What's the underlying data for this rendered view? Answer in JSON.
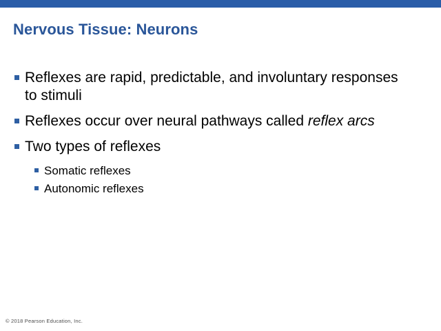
{
  "theme": {
    "accent_bar_color": "#2a5da8",
    "title_color": "#2a5699",
    "bullet_marker_color": "#2e5fa3",
    "body_text_color": "#000000",
    "background_color": "#ffffff",
    "footer_text_color": "#4d4d4d"
  },
  "slide": {
    "title": "Nervous Tissue: Neurons",
    "bullets": [
      {
        "level": 1,
        "marker": "square-bullet-icon",
        "text_plain": "Reflexes are rapid, predictable, and involuntary responses to stimuli",
        "text_lead": "Reflexes are rapid, predictable, and involuntary responses to stimuli",
        "text_italic": "",
        "text_tail": ""
      },
      {
        "level": 1,
        "marker": "square-bullet-icon",
        "text_plain": "Reflexes occur over neural pathways called reflex arcs",
        "text_lead": "Reflexes occur over neural pathways called ",
        "text_italic": "reflex arcs",
        "text_tail": ""
      },
      {
        "level": 1,
        "marker": "square-bullet-icon",
        "text_plain": "Two types of reflexes",
        "text_lead": "Two types of reflexes",
        "text_italic": "",
        "text_tail": ""
      },
      {
        "level": 2,
        "marker": "square-bullet-icon",
        "text_plain": "Somatic reflexes",
        "text_lead": "Somatic reflexes",
        "text_italic": "",
        "text_tail": ""
      },
      {
        "level": 2,
        "marker": "square-bullet-icon",
        "text_plain": "Autonomic reflexes",
        "text_lead": "Autonomic reflexes",
        "text_italic": "",
        "text_tail": ""
      }
    ]
  },
  "footer": {
    "copyright": "© 2018 Pearson Education, Inc."
  }
}
